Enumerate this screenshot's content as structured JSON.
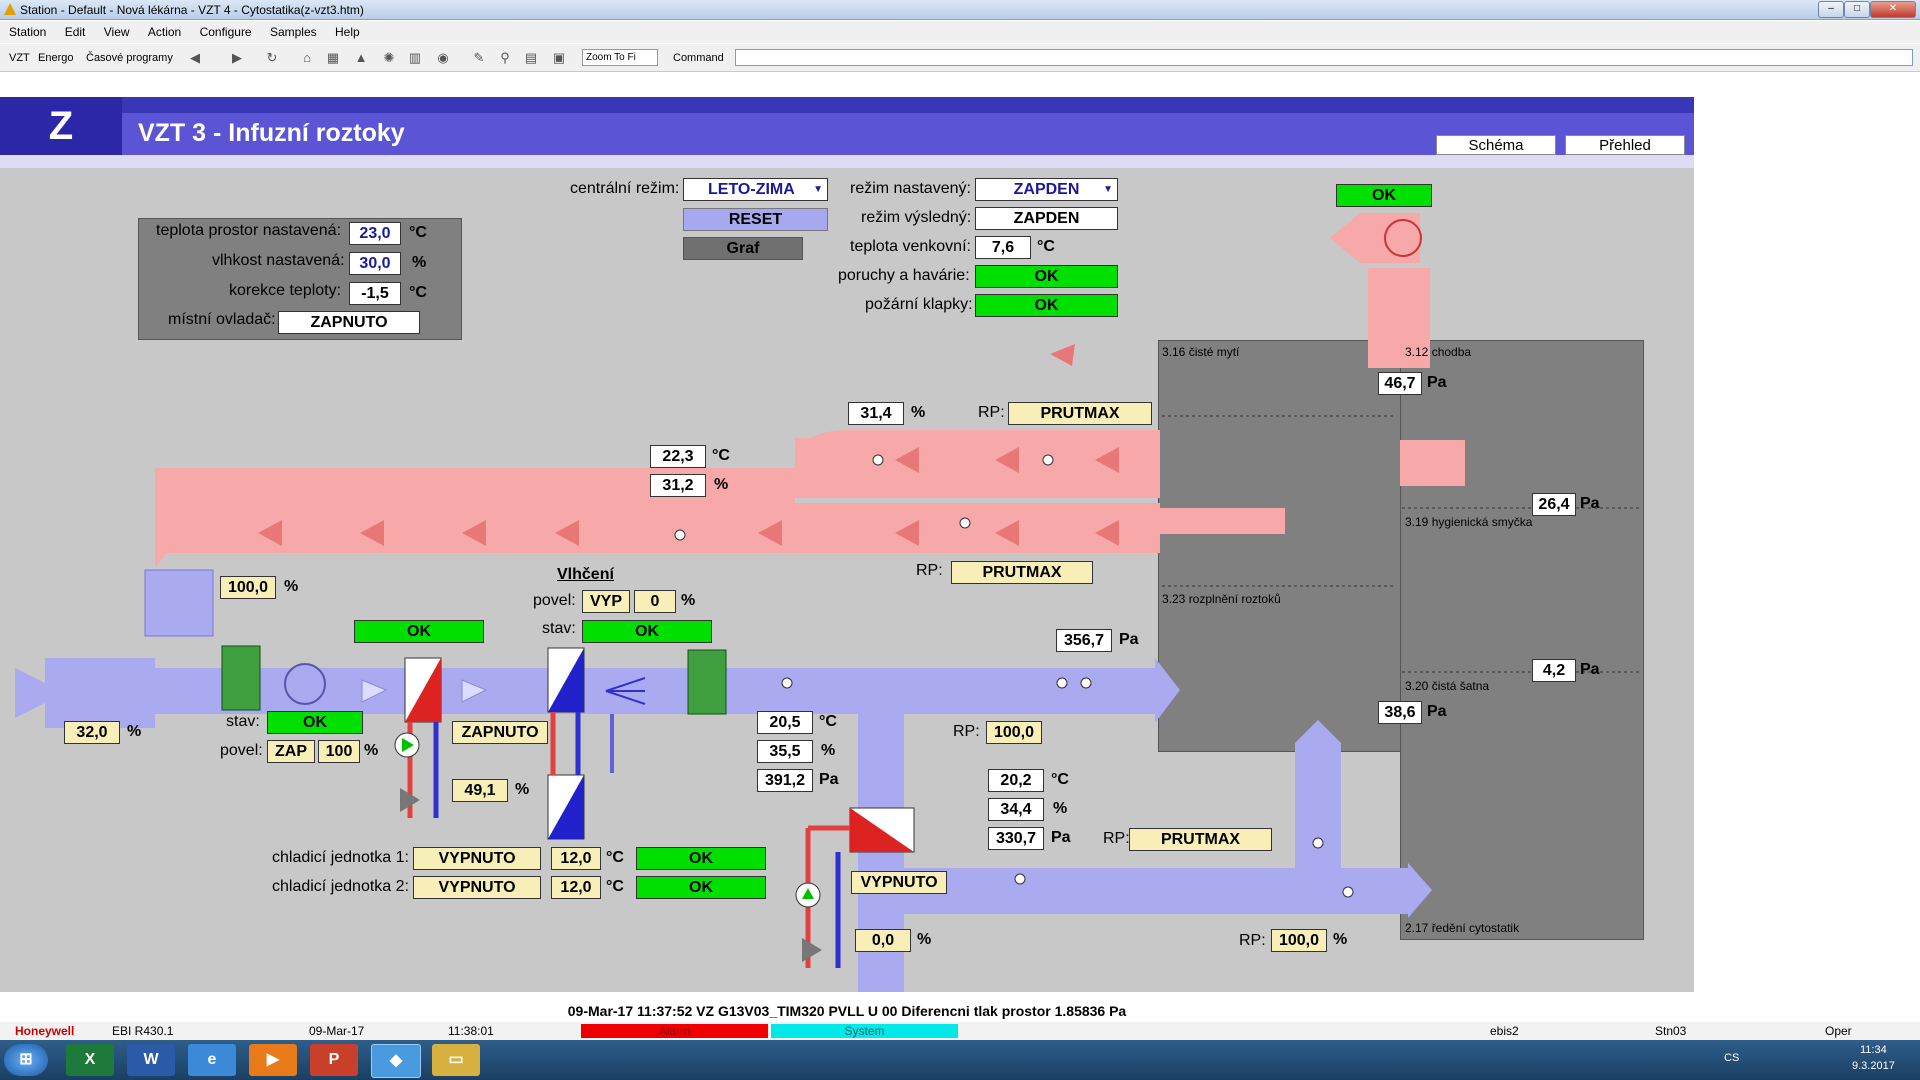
{
  "window": {
    "title": "Station - Default - Nová lékárna - VZT 4 - Cytostatika(z-vzt3.htm)"
  },
  "menu": [
    "Station",
    "Edit",
    "View",
    "Action",
    "Configure",
    "Samples",
    "Help"
  ],
  "toolbar": {
    "vzt": "VZT",
    "energo": "Energo",
    "programs": "Časové programy",
    "zoom": "Zoom To Fi",
    "command": "Command"
  },
  "header": {
    "zone": "Z",
    "title": "VZT 3 - Infuzní roztoky",
    "tab_schema": "Schéma",
    "tab_prehled": "Přehled"
  },
  "setpoints": {
    "temp_label": "teplota prostor nastavená:",
    "temp": "23,0",
    "temp_unit": "°C",
    "hum_label": "vlhkost nastavená:",
    "hum": "30,0",
    "hum_unit": "%",
    "corr_label": "korekce teploty:",
    "corr": "-1,5",
    "corr_unit": "°C",
    "local_label": "místní ovladač:",
    "local": "ZAPNUTO"
  },
  "central": {
    "label": "centrální režim:",
    "value": "LETO-ZIMA",
    "reset": "RESET",
    "graph": "Graf"
  },
  "mode": {
    "set_label": "režim nastavený:",
    "set": "ZAPDEN",
    "result_label": "režim výsledný:",
    "result": "ZAPDEN",
    "outdoor_label": "teplota venkovní:",
    "outdoor": "7,6",
    "outdoor_unit": "°C",
    "faults_label": "poruchy a havárie:",
    "faults": "OK",
    "fire_label": "požární klapky:",
    "fire": "OK"
  },
  "exhaust_fan": {
    "status": "OK"
  },
  "rooms": {
    "r316": "3.16 čisté mytí",
    "r312": "3.12 chodba",
    "r319": "3.19 hygienická smyčka",
    "r323": "3.23 rozplnění roztoků",
    "r320": "3.20 čistá šatna",
    "r217": "2.17 ředění cytostatik",
    "p312": "46,7",
    "p319": "26,4",
    "p320": "4,2",
    "p_low": "38,6",
    "pa": "Pa"
  },
  "return_duct": {
    "hum": "31,4",
    "rp_label": "RP:",
    "rp": "PRUTMAX",
    "temp": "22,3",
    "hum2": "31,2",
    "rp2_label": "RP:",
    "rp2": "PRUTMAX",
    "damper": "100,0"
  },
  "supply": {
    "intake_damper": "32,0",
    "fan_status": "OK",
    "stav_label": "stav:",
    "povel_label": "povel:",
    "fan_cmd": "ZAP",
    "fan_pct": "100",
    "heater_status": "OK",
    "heater_pump": "ZAPNUTO",
    "heater_valve": "49,1",
    "humid_title": "Vlhčení",
    "humid_povel_label": "povel:",
    "humid_cmd": "VYP",
    "humid_pct": "0",
    "humid_stav_label": "stav:",
    "humid_status": "OK",
    "t1": "20,5",
    "h1": "35,5",
    "p1": "391,2",
    "pressure": "356,7",
    "rp_label": "RP:",
    "rp": "100,0",
    "chiller1_label": "chladicí jednotka 1:",
    "chiller1": "VYPNUTO",
    "chiller1_t": "12,0",
    "chiller1_status": "OK",
    "chiller2_label": "chladicí jednotka 2:",
    "chiller2": "VYPNUTO",
    "chiller2_t": "12,0",
    "chiller2_status": "OK",
    "reheat_pump": "VYPNUTO",
    "reheat_valve": "0,0",
    "t2": "20,2",
    "h2": "34,4",
    "p2": "330,7",
    "rp2_label": "RP:",
    "rp2": "PRUTMAX",
    "rp3_label": "RP:",
    "rp3": "100,0"
  },
  "units": {
    "c": "°C",
    "pct": "%",
    "pa": "Pa"
  },
  "status": {
    "message": "09-Mar-17  11:37:52  VZ  G13V03_TIM320   PVLL   U 00 Diferencni tlak prostor   1.85836   Pa"
  },
  "footer": {
    "brand": "Honeywell",
    "version": "EBI R430.1",
    "date": "09-Mar-17",
    "time": "11:38:01",
    "alarm": "Alarm",
    "system": "System",
    "server": "ebis2",
    "station": "Stn03",
    "user": "Oper"
  },
  "tray": {
    "lang": "CS",
    "clock": "11:34",
    "date": "9.3.2017"
  },
  "colors": {
    "header": "#3a36b8",
    "supply_duct": "#aaaaf0",
    "return_duct": "#f7a8a8",
    "ok": "#00e000",
    "room": "#808080"
  }
}
